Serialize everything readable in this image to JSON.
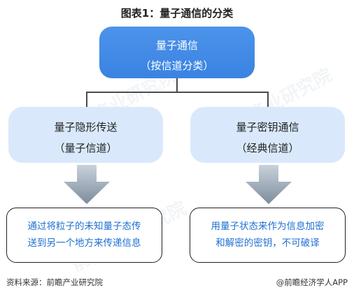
{
  "title": "图表1：量子通信的分类",
  "root": {
    "line1": "量子通信",
    "line2": "（按信道分类）",
    "color": "#3d86e4"
  },
  "branches": [
    {
      "line1": "量子隐形传送",
      "line2": "（量子信道）",
      "desc_line1": "通过将粒子的未知量子态传",
      "desc_line2": "送到另一个地方来传递信息"
    },
    {
      "line1": "量子密钥通信",
      "line2": "（经典信道）",
      "desc_line1": "用量子状态来作为信息加密",
      "desc_line2": "和解密的密钥，不可破译"
    }
  ],
  "colors": {
    "branch_fill": "#d9e9fb",
    "desc_text": "#1e6fd2",
    "arrow": "#8a9aab"
  },
  "footer": {
    "source": "资料来源：前瞻产业研究院",
    "credit": "@前瞻经济学人APP"
  }
}
